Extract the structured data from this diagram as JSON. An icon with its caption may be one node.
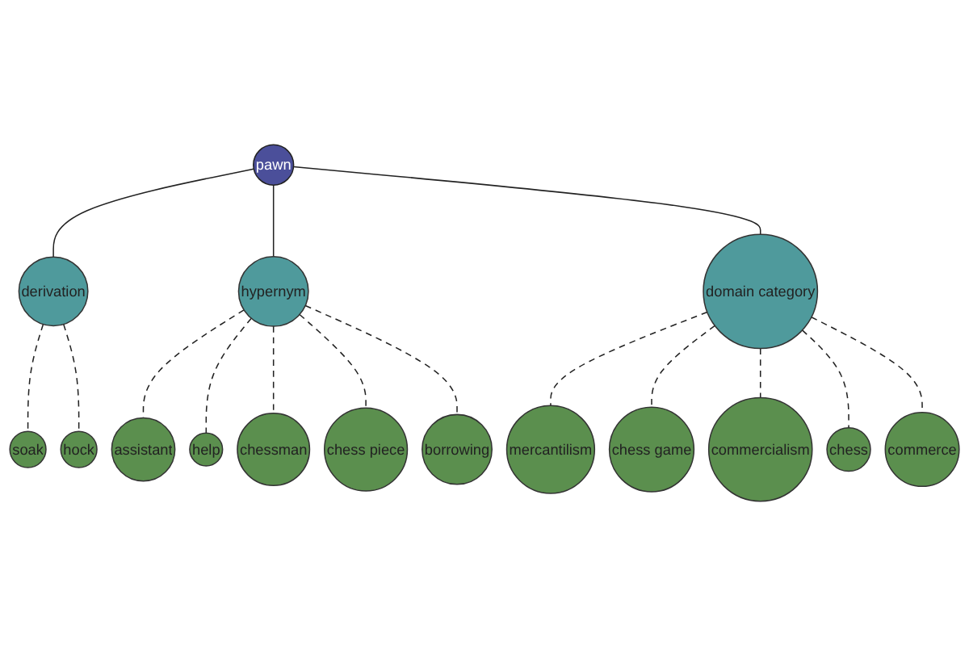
{
  "diagram": {
    "nodes": [
      {
        "text": [
          "soak"
        ]
      },
      {
        "text": [
          "hock"
        ]
      },
      {
        "text": [
          "derivation"
        ]
      },
      {
        "text": [
          "assistant"
        ]
      },
      {
        "text": [
          "help"
        ]
      },
      {
        "text": [
          "hypernym"
        ]
      },
      {
        "text": [
          "chessman"
        ]
      },
      {
        "text": [
          "pawn"
        ]
      },
      {
        "text": [
          "chess piece"
        ]
      },
      {
        "text": [
          "borrowing"
        ]
      },
      {
        "text": [
          "mercantilism"
        ]
      },
      {
        "text": [
          "domain category"
        ]
      },
      {
        "text": [
          "chess game"
        ]
      },
      {
        "text": [
          "commercialism"
        ]
      },
      {
        "text": [
          "chess"
        ]
      },
      {
        "text": [
          "commerce"
        ]
      }
    ],
    "edges": [
      {
        "from": 7,
        "to": 2,
        "arrow": "none"
      },
      {
        "from": 7,
        "to": 5,
        "arrow": "none"
      },
      {
        "from": 7,
        "to": 11,
        "arrow": "none"
      },
      {
        "from": 2,
        "to": 0,
        "arrow": "none",
        "style": "dashed"
      },
      {
        "from": 2,
        "to": 1,
        "arrow": "none",
        "style": "dashed"
      },
      {
        "from": 5,
        "to": 3,
        "arrow": "none",
        "style": "dashed"
      },
      {
        "from": 5,
        "to": 4,
        "arrow": "none",
        "style": "dashed"
      },
      {
        "from": 5,
        "to": 6,
        "arrow": "none",
        "style": "dashed"
      },
      {
        "from": 5,
        "to": 8,
        "arrow": "none",
        "style": "dashed"
      },
      {
        "from": 5,
        "to": 9,
        "arrow": "none",
        "style": "dashed"
      },
      {
        "from": 11,
        "to": 10,
        "arrow": "none",
        "style": "dashed"
      },
      {
        "from": 11,
        "to": 12,
        "arrow": "none",
        "style": "dashed"
      },
      {
        "from": 11,
        "to": 13,
        "arrow": "none",
        "style": "dashed"
      },
      {
        "from": 11,
        "to": 14,
        "arrow": "none",
        "style": "dashed"
      },
      {
        "from": 11,
        "to": 15,
        "arrow": "none",
        "style": "dashed"
      }
    ]
  }
}
